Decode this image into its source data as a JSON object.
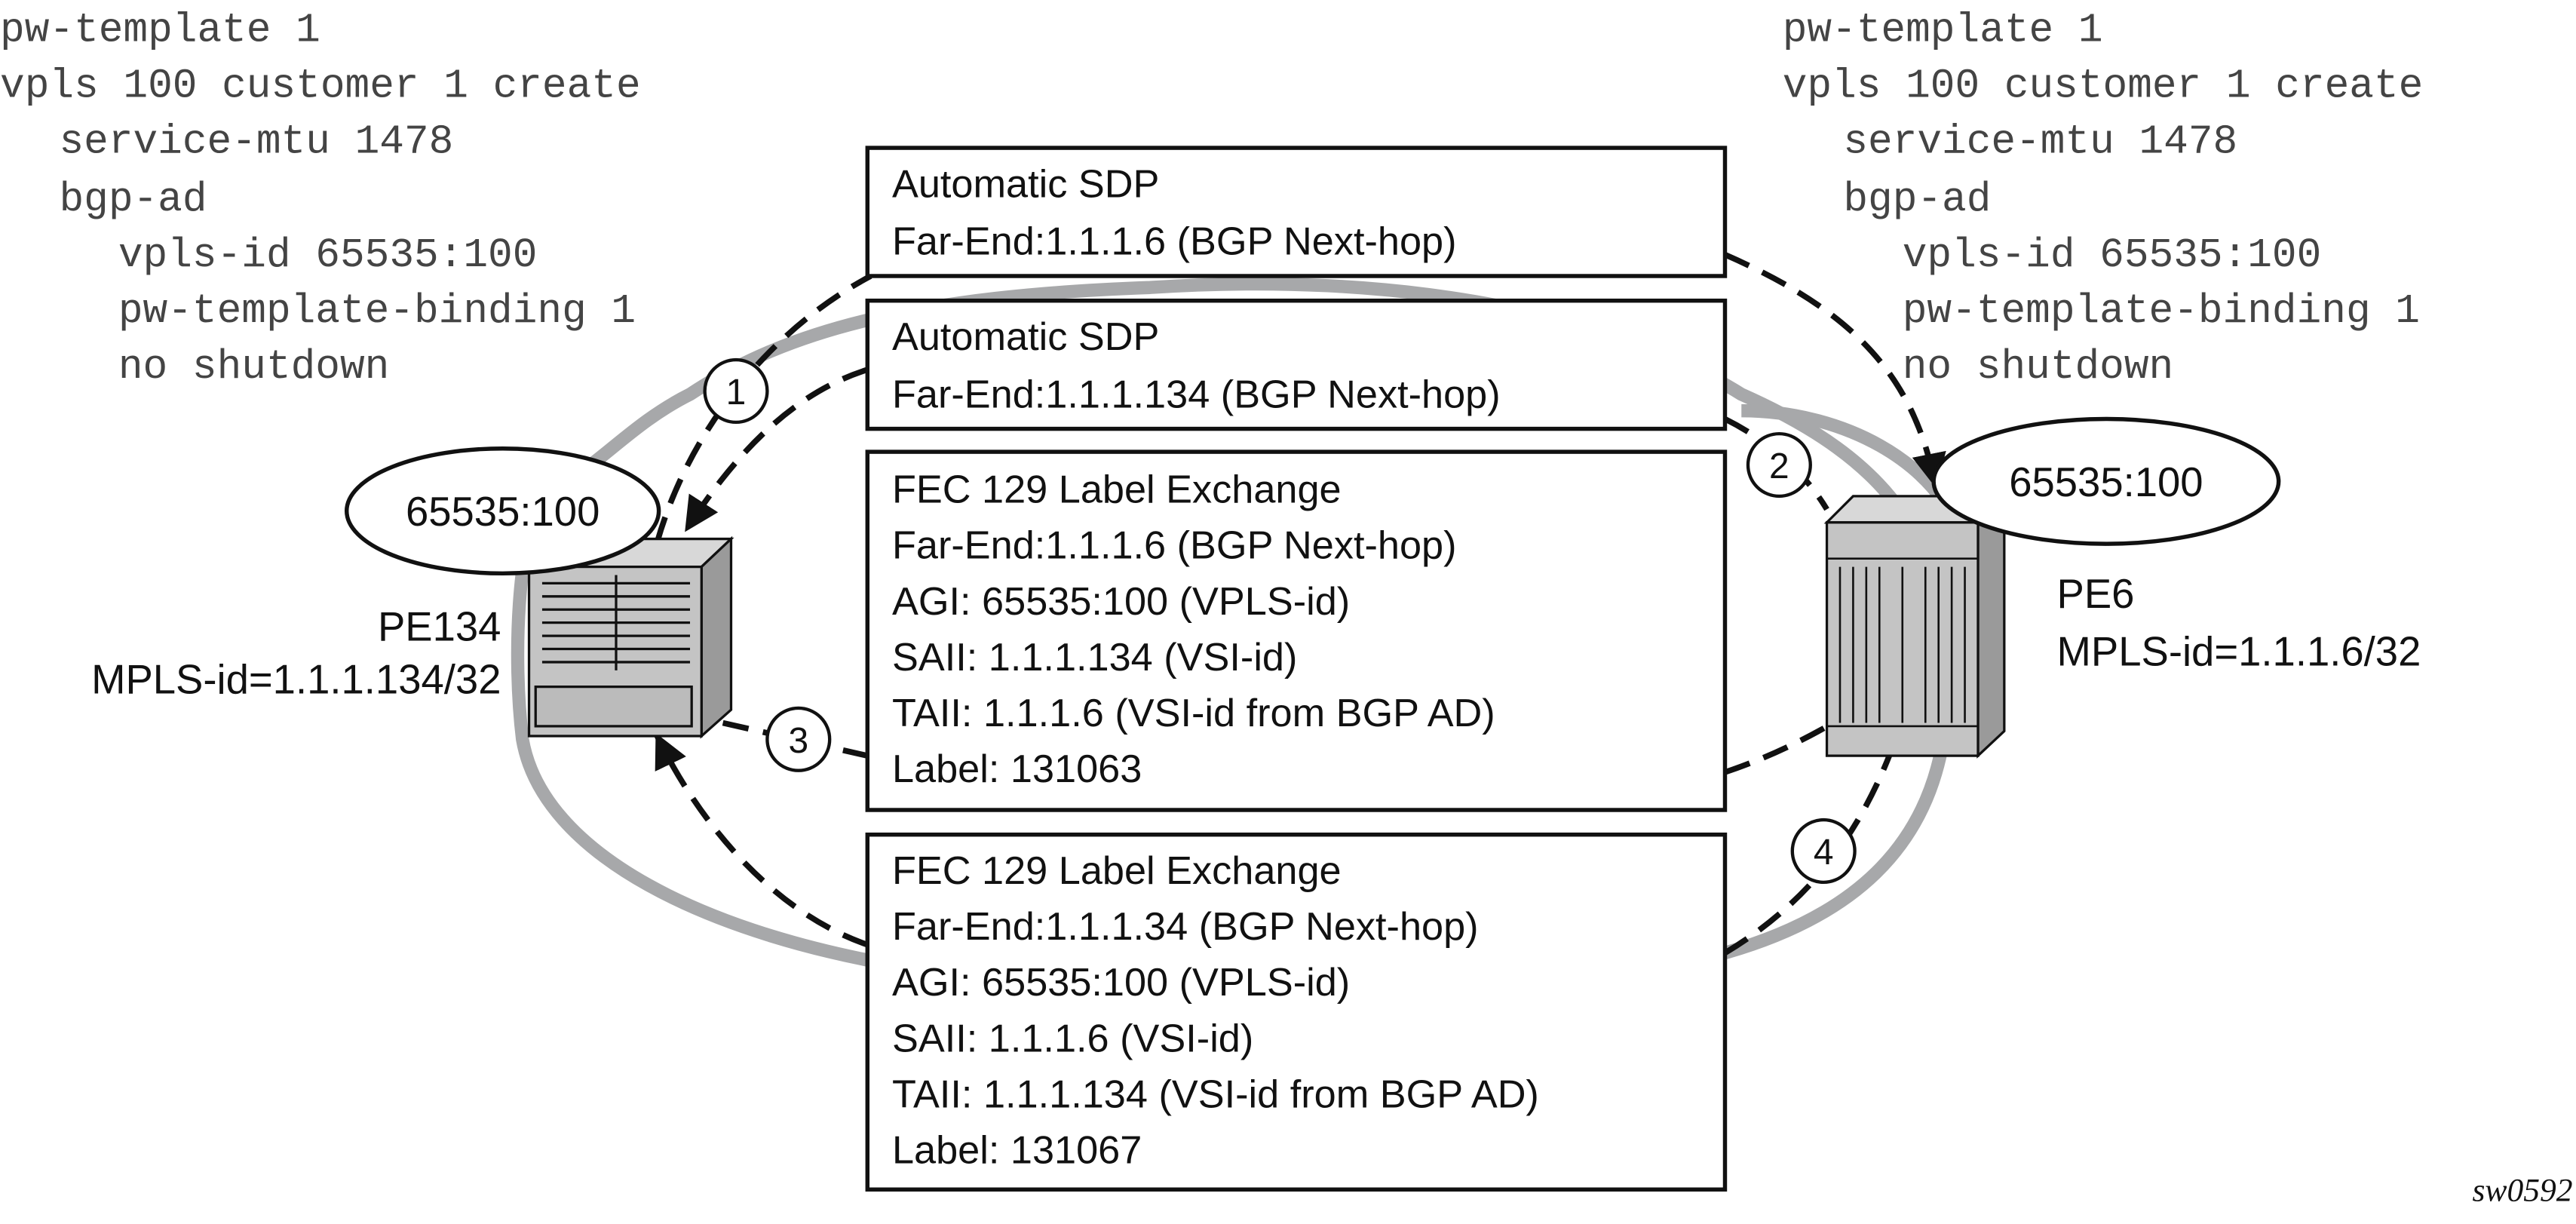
{
  "left_config": [
    "pw-template 1",
    "vpls 100 customer 1 create",
    "service-mtu 1478",
    "bgp-ad",
    "vpls-id 65535:100",
    "pw-template-binding 1",
    "no shutdown"
  ],
  "right_config": [
    "pw-template 1",
    "vpls 100 customer 1 create",
    "service-mtu 1478",
    "bgp-ad",
    "vpls-id 65535:100",
    "pw-template-binding 1",
    "no shutdown"
  ],
  "boxes": [
    {
      "lines": [
        "Automatic SDP",
        "Far-End:1.1.1.6 (BGP Next-hop)"
      ]
    },
    {
      "lines": [
        "Automatic SDP",
        "Far-End:1.1.1.134 (BGP Next-hop)"
      ]
    },
    {
      "lines": [
        "FEC 129 Label Exchange",
        "Far-End:1.1.1.6 (BGP Next-hop)",
        "AGI: 65535:100 (VPLS-id)",
        "SAII: 1.1.1.134 (VSI-id)",
        "TAII: 1.1.1.6 (VSI-id from BGP AD)",
        "Label: 131063"
      ]
    },
    {
      "lines": [
        "FEC 129 Label Exchange",
        "Far-End:1.1.1.34 (BGP Next-hop)",
        "AGI: 65535:100 (VPLS-id)",
        "SAII: 1.1.1.6 (VSI-id)",
        "TAII: 1.1.1.134 (VSI-id from BGP AD)",
        "Label: 131067"
      ]
    }
  ],
  "pe134": {
    "vpls_id": "65535:100",
    "name": "PE134",
    "mpls_id": "MPLS-id=1.1.1.134/32"
  },
  "pe6": {
    "vpls_id": "65535:100",
    "name": "PE6",
    "mpls_id": "MPLS-id=1.1.1.6/32"
  },
  "steps": [
    "1",
    "2",
    "3",
    "4"
  ],
  "figure_id": "sw0592"
}
